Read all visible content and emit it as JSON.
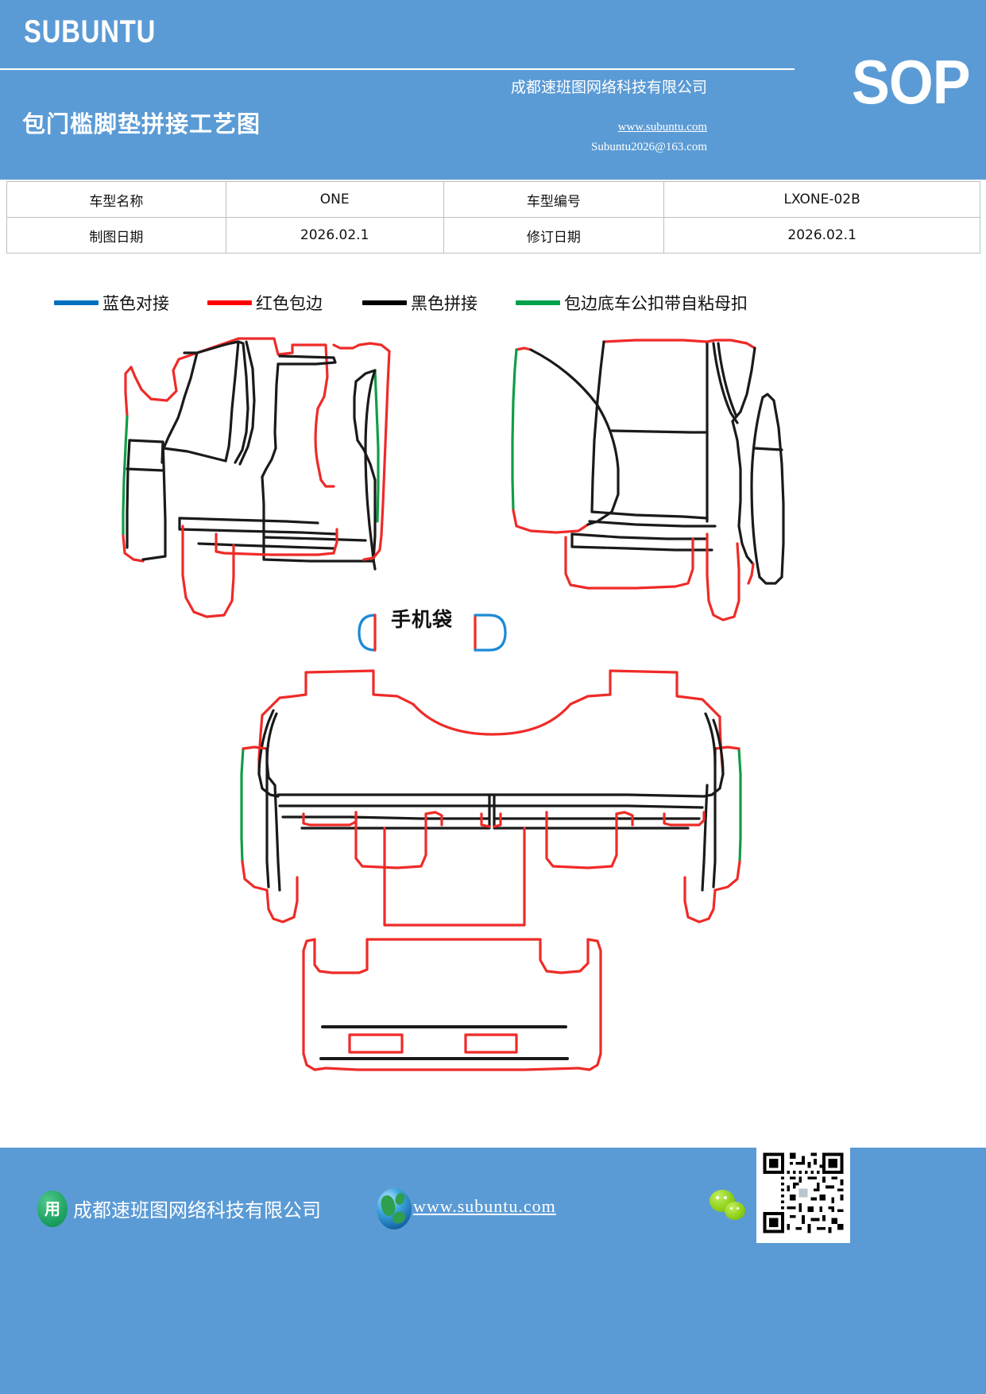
{
  "header": {
    "brand": "SUBUNTU",
    "sop_badge": "SOP",
    "doc_title": "包门槛脚垫拼接工艺图",
    "company": "成都速班图网络科技有限公司",
    "website": "www.subuntu.com",
    "email": "Subuntu2026@163.com"
  },
  "info_table": {
    "rows": [
      {
        "label1": "车型名称",
        "value1": "ONE",
        "label2": "车型编号",
        "value2": "LXONE-02B"
      },
      {
        "label1": "制图日期",
        "value1": "2026.02.1",
        "label2": "修订日期",
        "value2": "2026.02.1"
      }
    ]
  },
  "legend": {
    "items": [
      {
        "color": "#0070c0",
        "label": "蓝色对接"
      },
      {
        "color": "#ff0000",
        "label": "红色包边"
      },
      {
        "color": "#000000",
        "label": "黑色拼接"
      },
      {
        "color": "#00a14b",
        "label": "包边底车公扣带自粘母扣"
      }
    ]
  },
  "drawing": {
    "phone_pocket_label": "手机袋",
    "colors": {
      "red": "#ee2b28",
      "black": "#1a1a1a",
      "green": "#0f9d45",
      "blue": "#1c8ad6"
    },
    "pieces": [
      {
        "name": "front-left-mat",
        "row": 1,
        "side": "left"
      },
      {
        "name": "front-right-mat",
        "row": 1,
        "side": "right"
      },
      {
        "name": "second-row-mat",
        "row": 2,
        "side": "center"
      },
      {
        "name": "trunk-mat",
        "row": 3,
        "side": "center"
      }
    ]
  },
  "footer": {
    "company": "成都速班图网络科技有限公司",
    "website": "www.subuntu.com",
    "company_icon_glyph": "用",
    "icons": {
      "company": "building-icon",
      "globe": "globe-icon",
      "wechat": "wechat-icon",
      "qr": "qr-code-icon"
    }
  }
}
